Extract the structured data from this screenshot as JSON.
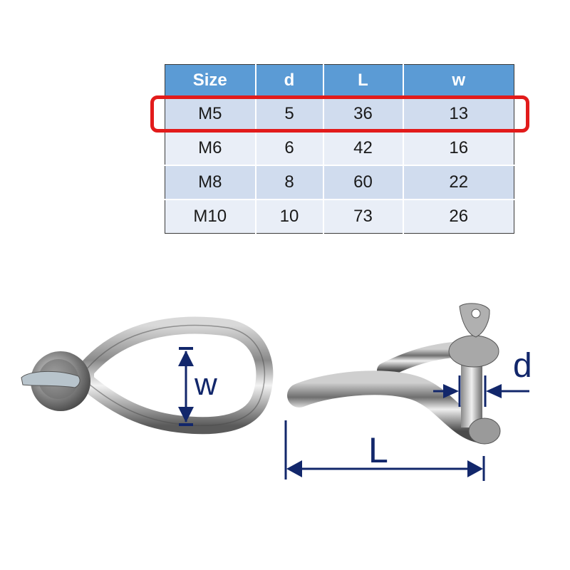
{
  "table": {
    "headers": [
      "Size",
      "d",
      "L",
      "w"
    ],
    "rows": [
      [
        "M5",
        "5",
        "36",
        "13"
      ],
      [
        "M6",
        "6",
        "42",
        "16"
      ],
      [
        "M8",
        "8",
        "60",
        "22"
      ],
      [
        "M10",
        "10",
        "73",
        "26"
      ]
    ],
    "highlighted_row": 0,
    "colors": {
      "header_bg": "#5b9bd5",
      "row_dark": "#d0dcee",
      "row_light": "#e9eef7",
      "highlight": "#e21b1b"
    }
  },
  "diagram": {
    "front_view": {
      "dimension_label": "w"
    },
    "side_view": {
      "dimension_labels": {
        "length": "L",
        "pin_diameter": "d"
      }
    },
    "dimension_color": "#12276b"
  }
}
